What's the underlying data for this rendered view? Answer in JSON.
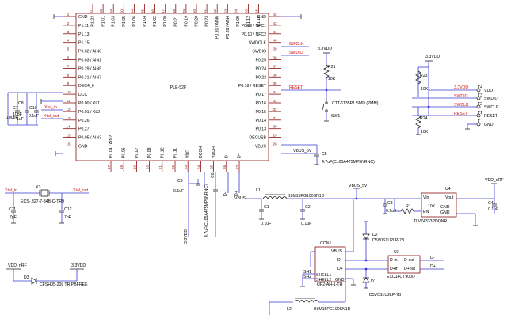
{
  "module": {
    "name": "PLE-52F",
    "left_pins": [
      {
        "num": "1",
        "name": "GND"
      },
      {
        "num": "2",
        "name": "P1.11"
      },
      {
        "num": "3",
        "name": "P1.13"
      },
      {
        "num": "4",
        "name": "P1.15"
      },
      {
        "num": "5",
        "name": "P0.02 / AIN0"
      },
      {
        "num": "6",
        "name": "P0.03 / AIN1"
      },
      {
        "num": "7",
        "name": "P0.29 / AIN5"
      },
      {
        "num": "8",
        "name": "P0.31 / AIN7"
      },
      {
        "num": "9",
        "name": "DEC4_6"
      },
      {
        "num": "10",
        "name": "DCC"
      },
      {
        "num": "11",
        "name": "P0.00 / XL1"
      },
      {
        "num": "12",
        "name": "P0.01 / XL2"
      },
      {
        "num": "13",
        "name": "P0.26"
      },
      {
        "num": "14",
        "name": "P0.27"
      },
      {
        "num": "15",
        "name": "P0.05 / AIN3"
      },
      {
        "num": "16",
        "name": "GND"
      }
    ],
    "right_pins": [
      {
        "num": "43",
        "name": "GND"
      },
      {
        "num": "42",
        "name": "P0.09 / NFC1"
      },
      {
        "num": "41",
        "name": "P0.10 / NFC2"
      },
      {
        "num": "40",
        "name": "SWDCLK"
      },
      {
        "num": "39",
        "name": "SWDIO"
      },
      {
        "num": "38",
        "name": "P0.25"
      },
      {
        "num": "37",
        "name": "P0.24"
      },
      {
        "num": "36",
        "name": "P0.22"
      },
      {
        "num": "35",
        "name": "P0.18 / RESET"
      },
      {
        "num": "34",
        "name": "P0.17"
      },
      {
        "num": "33",
        "name": "P0.16"
      },
      {
        "num": "32",
        "name": "P0.15"
      },
      {
        "num": "31",
        "name": "P0.14"
      },
      {
        "num": "30",
        "name": "P0.13"
      },
      {
        "num": "29",
        "name": "DECUSB"
      },
      {
        "num": "28",
        "name": "VBUS"
      }
    ],
    "top_pins": [
      {
        "num": "44",
        "name": "P1.06"
      },
      {
        "num": "45",
        "name": "P1.04"
      },
      {
        "num": "46",
        "name": "P1.02"
      },
      {
        "num": "47",
        "name": "P1.00"
      },
      {
        "num": "48",
        "name": "P0.21"
      },
      {
        "num": "49",
        "name": "P0.19"
      },
      {
        "num": "50",
        "name": "P0.20"
      },
      {
        "num": "51",
        "name": "P0.23"
      },
      {
        "num": "52",
        "name": "P0.30 / AIN6"
      },
      {
        "num": "53",
        "name": "P0.28 / AIN4"
      },
      {
        "num": "54",
        "name": "P1.09"
      },
      {
        "num": "55",
        "name": "P1.12"
      },
      {
        "num": "56",
        "name": "P1.10"
      }
    ],
    "top_left_pins": [
      {
        "num": "57",
        "name": "P1.23"
      },
      {
        "num": "58",
        "name": "P1.01"
      },
      {
        "num": "59",
        "name": "P1.03"
      },
      {
        "num": "60",
        "name": "P1.05"
      }
    ],
    "top_pins_full": [
      "P1.23",
      "P1.01",
      "P1.03",
      "P1.05",
      "P1.06",
      "P1.04",
      "P1.02",
      "P1.00",
      "P0.21",
      "P0.19",
      "P0.20",
      "P0.23",
      "P0.30 / AIN6",
      "P0.28 / AIN4",
      "P1.09",
      "P1.12",
      "P1.10"
    ],
    "bottom_pins": [
      {
        "num": "17",
        "name": "P0.04 / AIN2"
      },
      {
        "num": "18",
        "name": "P0.06"
      },
      {
        "num": "19",
        "name": "P0.07"
      },
      {
        "num": "20",
        "name": "P0.08"
      },
      {
        "num": "21",
        "name": "P0.12"
      },
      {
        "num": "22",
        "name": "P0.11"
      },
      {
        "num": "23",
        "name": "VDD"
      },
      {
        "num": "24",
        "name": "DCCH"
      },
      {
        "num": "25",
        "name": "VDDH"
      },
      {
        "num": "26",
        "name": "D-"
      },
      {
        "num": "27",
        "name": "D+"
      }
    ]
  },
  "nets": {
    "swclk": "SWCLK",
    "swdio": "SWDIO",
    "reset": "RESET",
    "xtal_in": "Xtal_in",
    "xtal_out": "Xtal_out",
    "vbus_5v": "VBUS_5V",
    "vbus": "VBUS",
    "v33": "3.3VDD",
    "vdd_nrf": "VDD_nRF",
    "gnd": "GND",
    "dminus": "D-",
    "dplus": "D+"
  },
  "parts": {
    "r21": "R21",
    "r21v": "10K",
    "sw1": "SW1",
    "sw1v": "CTT-1135P1 SMD (2MM)",
    "c7": "C7",
    "c7v": "10pF",
    "c8": "C8",
    "c8v": "1uF",
    "c10": "C10",
    "c10v": "0.1uF",
    "c10b": "100pF",
    "c5": "C5",
    "c5v": "4.7uF(CL05A475MP5NRNC)",
    "c9": "C9",
    "c9v": "0.1uF",
    "c6v": "4.7uF(CL05A475MP5NRNC)",
    "c6": "C6",
    "x3": "X3",
    "x3v": "ECS-.327-7-34B-C-TR9",
    "c11": "C11",
    "c11v": "7pF",
    "c12": "C12",
    "c12v": "7pF",
    "l1": "L1",
    "l1v": "BLM15PG100SN1D",
    "c1": "C1",
    "c1v": "0.1uF",
    "c2": "C2",
    "c2v": "0.1uF",
    "c3": "C3",
    "c3v": "0.1uF",
    "r1": "R1",
    "r1v": "10K",
    "u4": "U4",
    "u4v": "TLV74333PDQNR",
    "u4vin": "Vin",
    "u4vout": "Vout",
    "u4en": "EN",
    "u4gnd": "GND",
    "c4": "C4",
    "c4v": "0.1uF",
    "r23": "R23",
    "r23v": "10K",
    "r24": "R24",
    "r24v": "10K",
    "tp4": "T4",
    "tp3": "T3",
    "tp2": "T2",
    "tp1": "T1",
    "tpvdd": "VDD",
    "tpswdio": "SWDIO",
    "tpswclk": "SWCLK",
    "tpreset": "RESET",
    "tpgnd": "GND",
    "con1": "CON1",
    "con1v": "UP2-AH-1-TH",
    "con_vbus": "VBUS",
    "con_dm": "D-",
    "con_dp": "D+",
    "con_sh1": "SHELL1",
    "con_sh2": "SHELL2",
    "con_gnd": "GND",
    "sh1": "SH1",
    "sh2": "SH2",
    "d2": "D2",
    "d2v": "D5V0S1U2LP-7B",
    "d1": "D1",
    "d1v": "D5V0S1U2LP-7B",
    "u3": "U3",
    "u3v": "EXC14CT900U",
    "u3dmi": "D-in",
    "u3dpi": "D+in",
    "u3dmo": "D-out",
    "u3dpo": "D+out",
    "l2": "L2",
    "l2v": "BLM15PG100SN1D",
    "d3": "D3",
    "d3v": "CFSH05-20L TR PBFREE"
  }
}
